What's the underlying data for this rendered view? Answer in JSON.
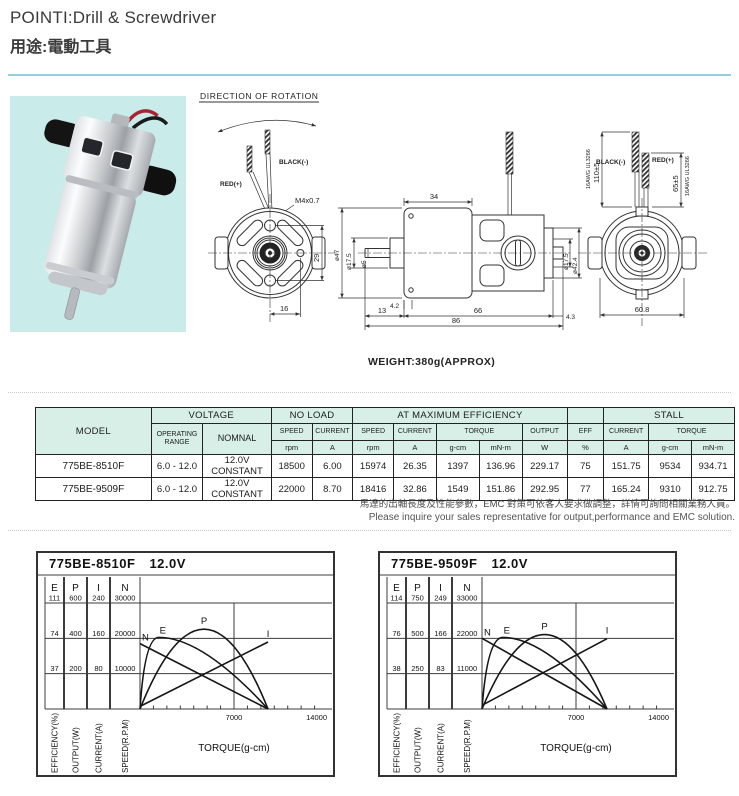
{
  "header": {
    "title_en": "POINTI:Drill & Screwdriver",
    "title_zh": "用途:電動工具"
  },
  "drawing": {
    "direction_label": "DIRECTION OF ROTATION",
    "weight": "WEIGHT:380g(APPROX)",
    "front": {
      "red": "RED(+)",
      "black": "BLACK(-)",
      "thread": "M4x0.7",
      "dim_29": "29",
      "dim_16": "16"
    },
    "side": {
      "dim_34": "34",
      "dia_47": "ø47",
      "dia_17_5": "ø17.5",
      "dia_5": "ø5",
      "dia_42_4": "ø42.4",
      "dim_4_2": "4.2",
      "dim_13": "13",
      "dim_66": "66",
      "dim_86": "86",
      "dim_4_3": "4.3"
    },
    "rear": {
      "black": "BLACK(-)",
      "red": "RED(+)",
      "awg": "16AWG UL3266",
      "dim_110": "110±5",
      "dim_65": "65±5",
      "dim_60_8": "60.8"
    }
  },
  "table": {
    "model_header": "MODEL",
    "group_voltage": "VOLTAGE",
    "group_no_load": "NO LOAD",
    "group_max_eff": "AT MAXIMUM EFFICIENCY",
    "group_eff_spacer": "",
    "group_stall": "STALL",
    "sub": {
      "operating_range": "OPERATING RANGE",
      "nomnal": "NOMNAL",
      "speed": "SPEED",
      "current": "CURRENT",
      "torque": "TORQUE",
      "output": "OUTPUT",
      "eff": "EFF"
    },
    "units": {
      "rpm": "rpm",
      "a": "A",
      "gcm": "g-cm",
      "mnm": "mN-m",
      "w": "W",
      "pct": "%"
    },
    "rows": [
      {
        "model": "775BE-8510F",
        "cells": [
          "6.0 - 12.0",
          "12.0V CONSTANT",
          "18500",
          "6.00",
          "15974",
          "26.35",
          "1397",
          "136.96",
          "229.17",
          "75",
          "151.75",
          "9534",
          "934.71"
        ]
      },
      {
        "model": "775BE-9509F",
        "cells": [
          "6.0 - 12.0",
          "12.0V CONSTANT",
          "22000",
          "8.70",
          "18416",
          "32.86",
          "1549",
          "151.86",
          "292.95",
          "77",
          "165.24",
          "9310",
          "912.75"
        ]
      }
    ]
  },
  "notes": {
    "zh": "馬達的出軸長度及性能參數，EMC 對策可依客人要求做調整，詳情可詢問相關業務人員。",
    "en": "Please inquire your sales representative for output,performance and EMC solution."
  },
  "chart_data": [
    {
      "type": "line",
      "title": "775BE-8510F",
      "voltage": "12.0V",
      "xlabel": "TORQUE(g-cm)",
      "x_max": 14000,
      "x_ticks": [
        7000,
        14000
      ],
      "x_minor_step": 1000,
      "grid": true,
      "columns": [
        {
          "letter": "E",
          "axis_label": "EFFICIENCY(%)",
          "ticks": [
            37,
            74,
            111
          ]
        },
        {
          "letter": "P",
          "axis_label": "OUTPUT(W)",
          "ticks": [
            200,
            400,
            600
          ]
        },
        {
          "letter": "I",
          "axis_label": "CURRENT(A)",
          "ticks": [
            80,
            160,
            240
          ]
        },
        {
          "letter": "N",
          "axis_label": "SPEED(R.P.M)",
          "ticks": [
            10000,
            20000,
            30000
          ]
        }
      ],
      "series": {
        "N": {
          "no_load_speed": 18500,
          "stall_torque": 9534,
          "full_scale": 30000
        },
        "I": {
          "no_load_current": 6.0,
          "stall_current": 151.75,
          "full_scale": 240
        },
        "E": {
          "peak_eff": 75,
          "peak_torque": 1397,
          "full_scale": 111
        },
        "P": {
          "peak_output": 452,
          "full_scale": 600
        }
      }
    },
    {
      "type": "line",
      "title": "775BE-9509F",
      "voltage": "12.0V",
      "xlabel": "TORQUE(g-cm)",
      "x_max": 14000,
      "x_ticks": [
        7000,
        14000
      ],
      "x_minor_step": 1000,
      "grid": true,
      "columns": [
        {
          "letter": "E",
          "axis_label": "EFFICIENCY(%)",
          "ticks": [
            38,
            76,
            114
          ]
        },
        {
          "letter": "P",
          "axis_label": "OUTPUT(W)",
          "ticks": [
            250,
            500,
            750
          ]
        },
        {
          "letter": "I",
          "axis_label": "CURRENT(A)",
          "ticks": [
            83,
            166,
            249
          ]
        },
        {
          "letter": "N",
          "axis_label": "SPEED(R.P.M)",
          "ticks": [
            11000,
            22000,
            33000
          ]
        }
      ],
      "series": {
        "N": {
          "no_load_speed": 22000,
          "stall_torque": 9310,
          "full_scale": 33000
        },
        "I": {
          "no_load_current": 8.7,
          "stall_current": 165.24,
          "full_scale": 249
        },
        "E": {
          "peak_eff": 77,
          "peak_torque": 1549,
          "full_scale": 114
        },
        "P": {
          "peak_output": 527,
          "full_scale": 750
        }
      }
    }
  ]
}
